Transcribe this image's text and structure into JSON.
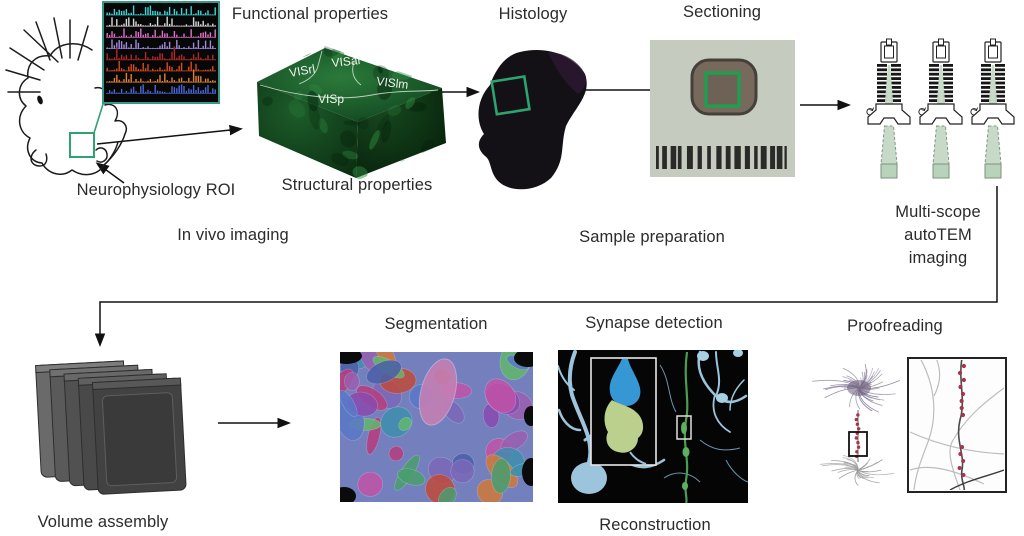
{
  "figure": {
    "background": "#ffffff",
    "text_color": "#2b2b2b",
    "labels": {
      "functional_properties": "Functional properties",
      "neurophysiology_roi": "Neurophysiology ROI",
      "structural_properties": "Structural properties",
      "in_vivo_imaging": "In vivo imaging",
      "histology": "Histology",
      "sample_preparation": "Sample preparation",
      "sectioning": "Sectioning",
      "multiscope_line1": "Multi-scope",
      "multiscope_line2": "autoTEM",
      "multiscope_line3": "imaging",
      "volume_assembly": "Volume assembly",
      "segmentation": "Segmentation",
      "synapse_detection": "Synapse detection",
      "reconstruction": "Reconstruction",
      "proofreading": "Proofreading"
    },
    "cube_regions": {
      "visrl": "VISrl",
      "visal": "VISal",
      "vislm": "VISlm",
      "visp": "VISp"
    },
    "colors": {
      "roi_green": "#2da36f",
      "functional_panel_border": "#35998a",
      "arrow_black": "#111111",
      "beam_green": "#c5d9c6",
      "beam_outline": "#7d917f",
      "red_dot": "#a8344a",
      "barcode": "#2a2a28",
      "sectioning_background": "#c6cbbf",
      "resin_block": "#77695c",
      "cube_green_light": "#2b7a3a",
      "cube_green_dark": "#0a2c10",
      "neuron_blue": "#9cc4dc",
      "axon_green": "#4a9e52",
      "synapse_blue": "#3598d4",
      "synapse_green": "#bcd08e"
    },
    "functional_trace_colors": [
      "#3fd4d8",
      "#d8d8d8",
      "#e070c8",
      "#a08ade",
      "#b02828",
      "#d84a20",
      "#e08030",
      "#4868d8"
    ],
    "segmentation_palette": [
      "#7b68b8",
      "#9a5fb0",
      "#c153a8",
      "#b83d7e",
      "#5a78c8",
      "#4a9e6e",
      "#62b86a",
      "#3f8fae",
      "#c04a3a",
      "#d07a3a",
      "#8a4ab0",
      "#4a5fa8"
    ]
  }
}
